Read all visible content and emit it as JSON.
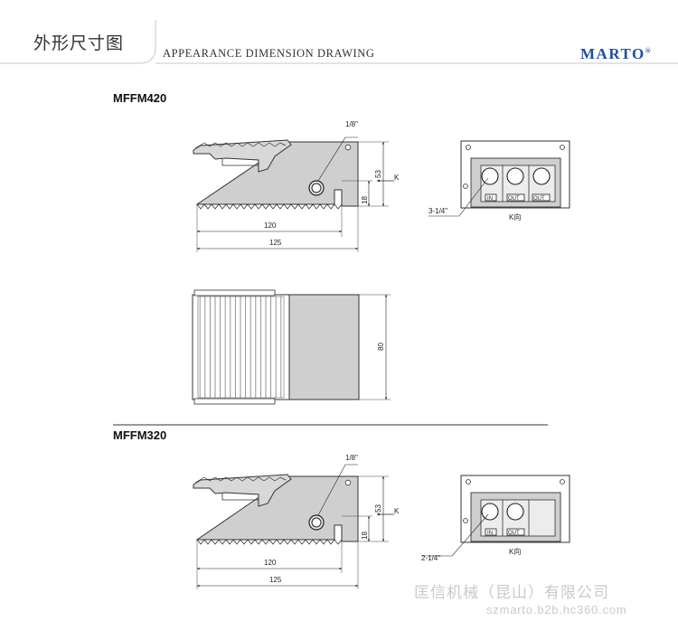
{
  "header": {
    "title_cn": "外形尺寸图",
    "title_en": "APPEARANCE DIMENSION DRAWING",
    "brand": "MARTO",
    "brand_mark": "®"
  },
  "models": [
    {
      "name": "MFFM420",
      "port_label": "1/8\"",
      "height_dim": "53",
      "k_label": "K",
      "port_height_dim": "18",
      "base_dim": "120",
      "total_dim": "125",
      "width_dim": "80",
      "rear_port_label": "3-1/4\"",
      "view_label": "K向",
      "ports": [
        "IN",
        "OUT",
        "OUT"
      ]
    },
    {
      "name": "MFFM320",
      "port_label": "1/8\"",
      "height_dim": "53",
      "k_label": "K",
      "port_height_dim": "18",
      "base_dim": "120",
      "total_dim": "125",
      "rear_port_label": "2-1/4\"",
      "view_label": "K向",
      "ports": [
        "IN",
        "OUT"
      ]
    }
  ],
  "footer": {
    "company": "匡信机械（昆山）有限公司",
    "website": "szmarto.b2b.hc360.com"
  }
}
